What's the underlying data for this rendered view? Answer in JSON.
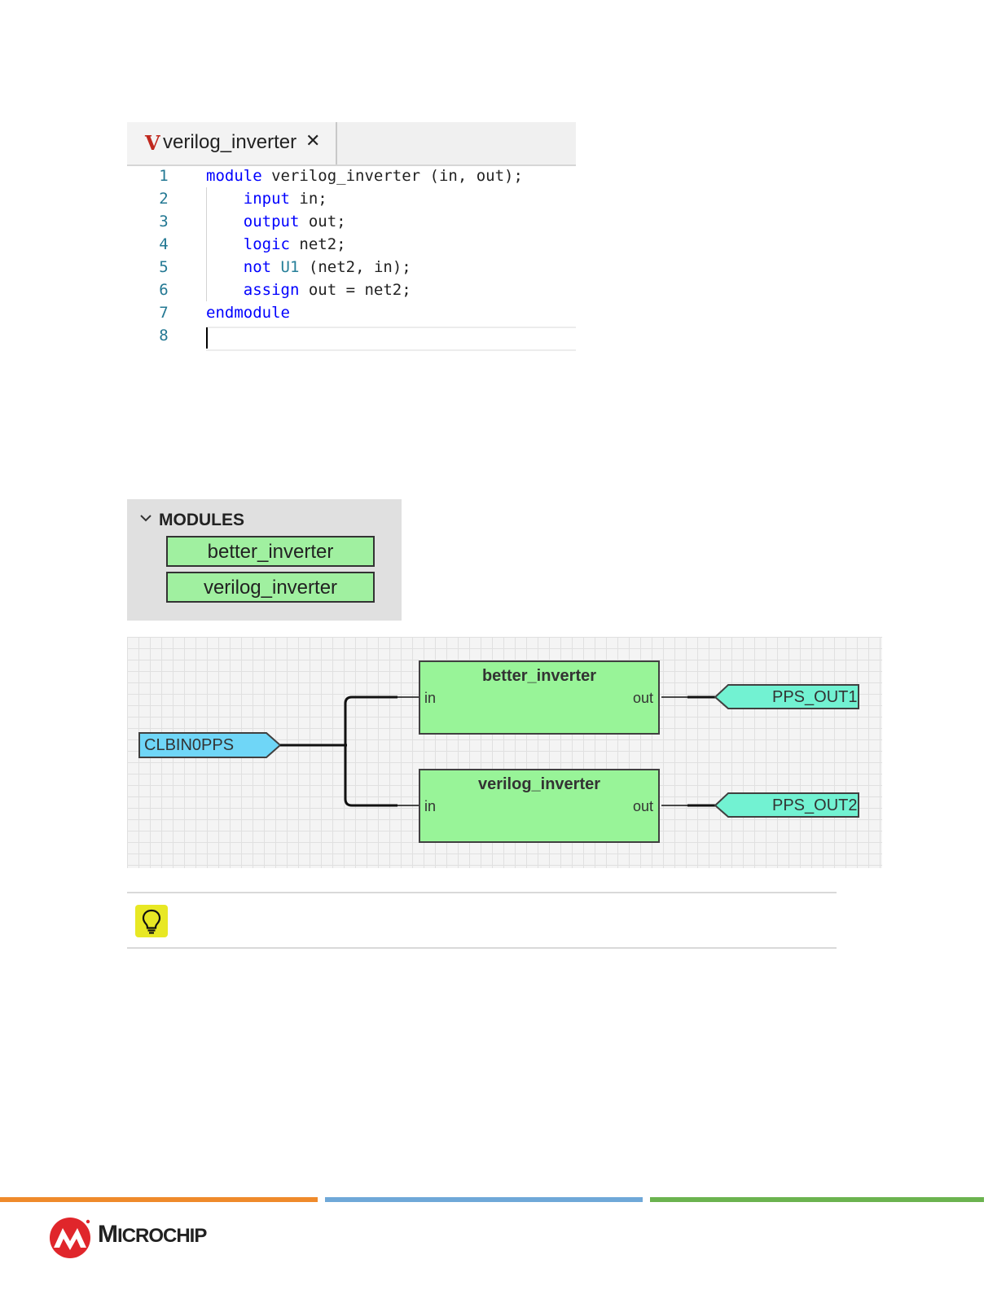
{
  "editor": {
    "tab_icon": "V",
    "tab_label": "verilog_inverter",
    "tab_close": "✕",
    "lines": [
      {
        "num": "1",
        "tokens": [
          {
            "t": "module",
            "k": "kw"
          },
          {
            "t": " verilog_inverter (in, out);",
            "k": "tx"
          }
        ]
      },
      {
        "num": "2",
        "tokens": [
          {
            "t": "    ",
            "k": "tx"
          },
          {
            "t": "input",
            "k": "kw"
          },
          {
            "t": " in;",
            "k": "tx"
          }
        ]
      },
      {
        "num": "3",
        "tokens": [
          {
            "t": "    ",
            "k": "tx"
          },
          {
            "t": "output",
            "k": "kw"
          },
          {
            "t": " out;",
            "k": "tx"
          }
        ]
      },
      {
        "num": "4",
        "tokens": [
          {
            "t": "    ",
            "k": "tx"
          },
          {
            "t": "logic",
            "k": "kw"
          },
          {
            "t": " net2;",
            "k": "tx"
          }
        ]
      },
      {
        "num": "5",
        "tokens": [
          {
            "t": "    ",
            "k": "tx"
          },
          {
            "t": "not",
            "k": "kw"
          },
          {
            "t": " ",
            "k": "tx"
          },
          {
            "t": "U1",
            "k": "id"
          },
          {
            "t": " (net2, in);",
            "k": "tx"
          }
        ]
      },
      {
        "num": "6",
        "tokens": [
          {
            "t": "    ",
            "k": "tx"
          },
          {
            "t": "assign",
            "k": "kw"
          },
          {
            "t": " out = net2;",
            "k": "tx"
          }
        ]
      },
      {
        "num": "7",
        "tokens": [
          {
            "t": "endmodule",
            "k": "kw"
          }
        ]
      },
      {
        "num": "8",
        "tokens": []
      }
    ]
  },
  "modules": {
    "title": "MODULES",
    "items": [
      "better_inverter",
      "verilog_inverter"
    ]
  },
  "schematic": {
    "input_pin": "CLBIN0PPS",
    "blocks": [
      {
        "name": "better_inverter",
        "in_port": "in",
        "out_port": "out",
        "output_pin": "PPS_OUT1"
      },
      {
        "name": "verilog_inverter",
        "in_port": "in",
        "out_port": "out",
        "output_pin": "PPS_OUT2"
      }
    ],
    "colors": {
      "block": "#98f498",
      "input_pin": "#6fd6f7",
      "output_pin": "#72f2d2"
    }
  },
  "tip": {
    "icon": "lightbulb-icon",
    "icon_color": "#e8e824"
  },
  "footer": {
    "bar_colors": [
      "#ef8a2b",
      "#6fa8d8",
      "#6bb34f"
    ],
    "logo_text": "Microchip",
    "logo_color": "#e0262b"
  }
}
